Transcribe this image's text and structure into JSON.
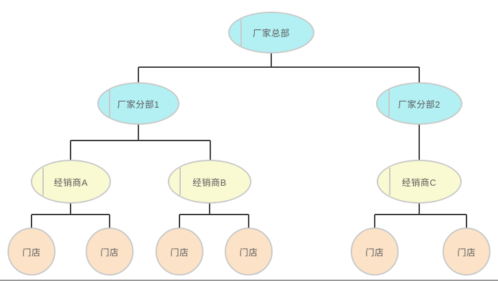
{
  "palette": {
    "background": "#ffffff",
    "node_border": "#c9c9c9",
    "connector": "#3d3d3d",
    "text": "#5a5a5a",
    "level1_fill": "#b2f0f3",
    "level2_fill": "#fafad2",
    "level3_fill": "#fce3c8",
    "bottom_edge_line": "#999999"
  },
  "nodes": [
    {
      "id": "hq",
      "label": "厂家总部",
      "level": 1,
      "fill": "#b2f0f3",
      "shape": "ellipse"
    },
    {
      "id": "branch1",
      "label": "厂家分部1",
      "level": 2,
      "fill": "#b2f0f3",
      "shape": "ellipse"
    },
    {
      "id": "branch2",
      "label": "厂家分部2",
      "level": 2,
      "fill": "#b2f0f3",
      "shape": "ellipse"
    },
    {
      "id": "dealerA",
      "label": "经销商A",
      "level": 3,
      "fill": "#fafad2",
      "shape": "ellipse"
    },
    {
      "id": "dealerB",
      "label": "经销商B",
      "level": 3,
      "fill": "#fafad2",
      "shape": "ellipse"
    },
    {
      "id": "dealerC",
      "label": "经销商C",
      "level": 3,
      "fill": "#fafad2",
      "shape": "ellipse"
    },
    {
      "id": "store1",
      "label": "门店",
      "level": 4,
      "fill": "#fce3c8",
      "shape": "circle"
    },
    {
      "id": "store2",
      "label": "门店",
      "level": 4,
      "fill": "#fce3c8",
      "shape": "circle"
    },
    {
      "id": "store3",
      "label": "门店",
      "level": 4,
      "fill": "#fce3c8",
      "shape": "circle"
    },
    {
      "id": "store4",
      "label": "门店",
      "level": 4,
      "fill": "#fce3c8",
      "shape": "circle"
    },
    {
      "id": "store5",
      "label": "门店",
      "level": 4,
      "fill": "#fce3c8",
      "shape": "circle"
    },
    {
      "id": "store6",
      "label": "门店",
      "level": 4,
      "fill": "#fce3c8",
      "shape": "circle"
    }
  ],
  "edges": [
    {
      "from": "hq",
      "to": "branch1"
    },
    {
      "from": "hq",
      "to": "branch2"
    },
    {
      "from": "branch1",
      "to": "dealerA"
    },
    {
      "from": "branch1",
      "to": "dealerB"
    },
    {
      "from": "branch2",
      "to": "dealerC"
    },
    {
      "from": "dealerA",
      "to": "store1"
    },
    {
      "from": "dealerA",
      "to": "store2"
    },
    {
      "from": "dealerB",
      "to": "store3"
    },
    {
      "from": "dealerB",
      "to": "store4"
    },
    {
      "from": "dealerC",
      "to": "store5"
    },
    {
      "from": "dealerC",
      "to": "store6"
    }
  ]
}
